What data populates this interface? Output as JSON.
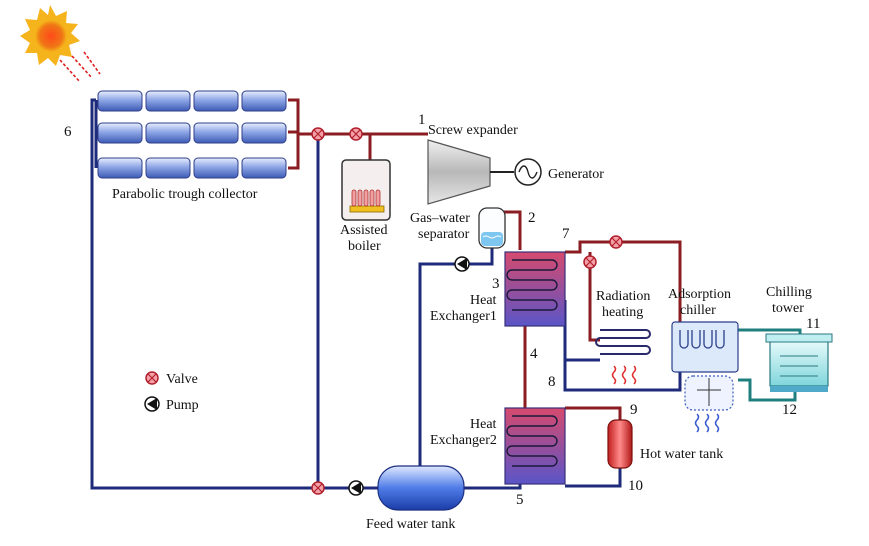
{
  "labels": {
    "screw_expander": "Screw expander",
    "generator": "Generator",
    "parabolic_trough_collector": "Parabolic trough collector",
    "assisted_boiler_1": "Assisted",
    "assisted_boiler_2": "boiler",
    "gas_water_1": "Gas–water",
    "gas_water_2": "separator",
    "heat_exchanger1_1": "Heat",
    "heat_exchanger1_2": "Exchanger1",
    "heat_exchanger2_1": "Heat",
    "heat_exchanger2_2": "Exchanger2",
    "radiation_heating_1": "Radiation",
    "radiation_heating_2": "heating",
    "adsorption_chiller_1": "Adsorption",
    "adsorption_chiller_2": "chiller",
    "chilling_tower_1": "Chilling",
    "chilling_tower_2": "tower",
    "hot_water_tank": "Hot water tank",
    "feed_water_tank": "Feed water tank"
  },
  "legend": {
    "valve": "Valve",
    "pump": "Pump"
  },
  "points": {
    "p1": "1",
    "p2": "2",
    "p3": "3",
    "p4": "4",
    "p5": "5",
    "p6": "6",
    "p7": "7",
    "p8": "8",
    "p9": "9",
    "p10": "10",
    "p11": "11",
    "p12": "12"
  },
  "colors": {
    "hot_pipe": "#8a1c22",
    "cold_pipe": "#1e2a7a",
    "cooling_pipe": "#1f7f7f",
    "sun": "#f59a1b"
  }
}
